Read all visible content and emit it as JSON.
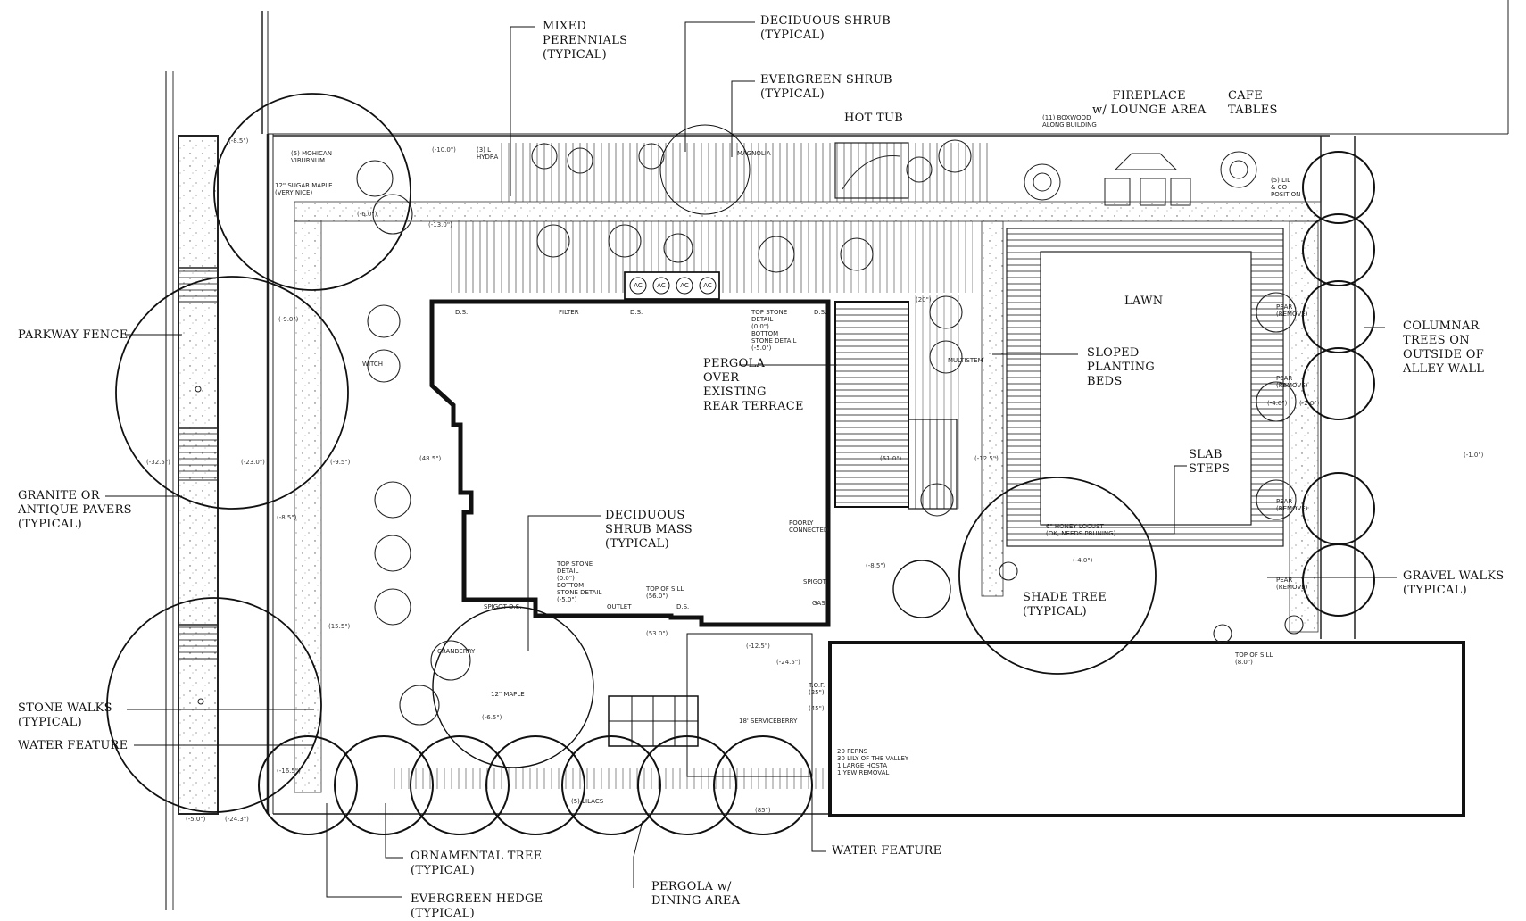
{
  "callouts": {
    "mixed_perennials": "MIXED\nPERENNIALS\n(TYPICAL)",
    "deciduous_shrub": "DECIDUOUS SHRUB\n(TYPICAL)",
    "evergreen_shrub": "EVERGREEN SHRUB\n(TYPICAL)",
    "hot_tub": "HOT TUB",
    "fireplace": "FIREPLACE\nw/ LOUNGE AREA",
    "cafe_tables": "CAFE\nTABLES",
    "lawn": "LAWN",
    "parkway_fence": "PARKWAY FENCE",
    "pergola_terrace": "PERGOLA\nOVER\nEXISTING\nREAR TERRACE",
    "sloped_beds": "SLOPED\nPLANTING\nBEDS",
    "columnar_trees": "COLUMNAR\nTREES ON\nOUTSIDE OF\nALLEY WALL",
    "granite_pavers": "GRANITE OR\nANTIQUE PAVERS\n(TYPICAL)",
    "slab_steps": "SLAB\nSTEPS",
    "deciduous_mass": "DECIDUOUS\nSHRUB MASS\n(TYPICAL)",
    "gravel_walks": "GRAVEL WALKS\n(TYPICAL)",
    "shade_tree": "SHADE TREE\n(TYPICAL)",
    "stone_walks": "STONE WALKS\n(TYPICAL)",
    "water_feature_left": "WATER FEATURE",
    "water_feature_bottom": "WATER FEATURE",
    "ornamental_tree": "ORNAMENTAL TREE\n(TYPICAL)",
    "evergreen_hedge": "EVERGREEN HEDGE\n(TYPICAL)",
    "pergola_dining": "PERGOLA w/\nDINING AREA"
  },
  "notes": {
    "boxwood": "(11) BOXWOOD\nALONG BUILDING",
    "mohican": "(5) MOHICAN\nVIBURNUM",
    "sugar_maple": "12\" SUGAR MAPLE\n(VERY NICE)",
    "hydrangea": "(3) L\nHYDRA",
    "magnolia": "MAGNOLIA",
    "ds1": "D.S.",
    "filter": "FILTER",
    "ds2": "D.S.",
    "top_stone": "TOP STONE\nDETAIL\n(0.0\")\nBOTTOM\nSTONE DETAIL\n(-5.0\")",
    "ds3": "D.S.",
    "witchhazel": "WITCH",
    "multistem": "MULTISTEM",
    "poorly": "POORLY\nCONNECTED",
    "spigot_right": "SPIGOT",
    "gas": "GAS",
    "top_stone2": "TOP STONE\nDETAIL\n(0.0\")\nBOTTOM\nSTONE DETAIL\n(-5.0\")",
    "top_sill": "TOP OF SILL\n(56.0\")",
    "spigot_ds": "SPIGOT D.S.",
    "outlet": "OUTLET",
    "ds4": "D.S.",
    "honey_locust": "6\" HONEY LOCUST\n(OK, NEEDS PRUNING)",
    "lilacs_r": "(5) LIL\n& CO\nPOSITION",
    "pear1": "PEAR\n(REMOVE)",
    "pear2": "PEAR\n(REMOVE)",
    "pear3": "PEAR\n(REMOVE)",
    "pear4": "PEAR\n(REMOVE)",
    "top_sill2": "TOP OF SILL\n(8.0\")",
    "maple12": "12\" MAPLE",
    "serviceberry": "18' SERVICEBERRY",
    "ferns": "20 FERNS\n30 LILY OF THE VALLEY\n1 LARGE HOSTA\n1 YEW REMOVAL",
    "lilacs_b": "(5) LILACS",
    "tof": "T.O.F.\n(25\")",
    "cranberry": "CRANBERRY"
  },
  "ac_units": [
    "AC",
    "AC",
    "AC",
    "AC"
  ],
  "elevations": {
    "e1": "(-8.5\")",
    "e2": "(-10.0\")",
    "e3": "(-6.0\")",
    "e4": "(-13.0\")",
    "e5": "(-9.0\")",
    "e6": "(-32.5\")",
    "e7": "(-23.0\")",
    "e8": "(-9.5\")",
    "e9": "(48.5\")",
    "e10": "(-8.5\")",
    "e11": "(15.5\")",
    "e12": "(20\")",
    "e13": "(51.0\")",
    "e14": "(-12.5\")",
    "e15": "(-8.5\")",
    "e16": "(-4.0\")",
    "e17": "(-1.0\")",
    "e18": "(-12.5\")",
    "e19": "(53.0\")",
    "e20": "(-24.5\")",
    "e21": "(-16.5\")",
    "e22": "(85\")",
    "e23": "(45\")",
    "e24": "(-6.5\")",
    "e25": "(-4.0\")",
    "e26": "(-2.0\")",
    "e27": "(-24.3\")",
    "e28": "(-5.0\")"
  }
}
